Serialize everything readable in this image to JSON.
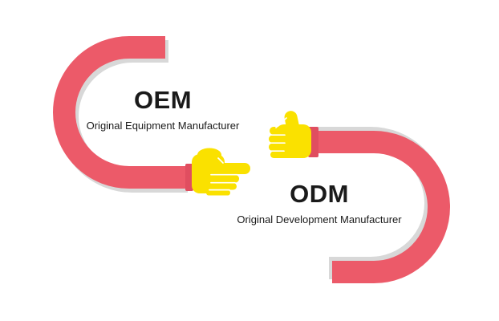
{
  "illustration": {
    "oem": {
      "title": "OEM",
      "subtitle": "Original Equipment Manufacturer",
      "hand_icon": "pointing-finger-icon"
    },
    "odm": {
      "title": "ODM",
      "subtitle": "Original Development Manufacturer",
      "hand_icon": "thumbs-up-icon"
    }
  },
  "colors": {
    "arm_red": "#EC5A69",
    "cuff_red": "#E04E60",
    "hand_yellow": "#FAE100",
    "shadow_gray": "#D8D8D8",
    "text_color": "#1A1A1A",
    "background": "#FFFFFF"
  }
}
